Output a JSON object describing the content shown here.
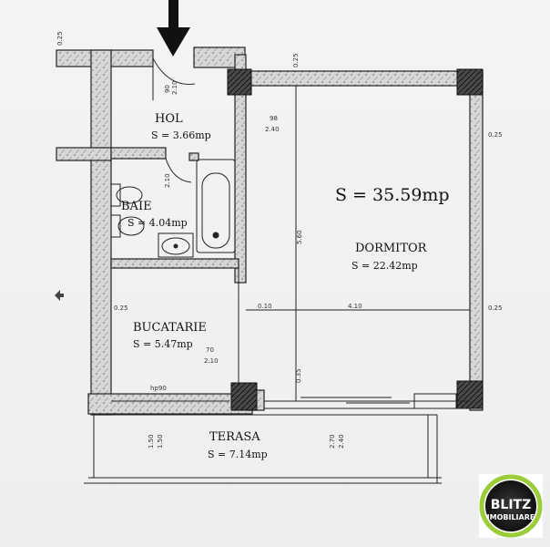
{
  "rooms": {
    "hol": {
      "name": "HOL",
      "area": "S = 3.66mp"
    },
    "baie": {
      "name": "BAIE",
      "area": "S = 4.04mp"
    },
    "bucatarie": {
      "name": "BUCATARIE",
      "area": "S = 5.47mp"
    },
    "dormitor": {
      "name": "DORMITOR",
      "area": "S = 22.42mp"
    },
    "terasa": {
      "name": "TERASA",
      "area": "S = 7.14mp"
    }
  },
  "total_area": "S = 35.59mp",
  "dimensions": {
    "hol_door": [
      "90",
      "2.10"
    ],
    "hol_right": [
      "98",
      "2.40"
    ],
    "baie_door": [
      "2.10"
    ],
    "buc_door": [
      "70",
      "2.10"
    ],
    "hp": "hp90",
    "terasa_left": [
      "1.50",
      "1.50"
    ],
    "terasa_right": [
      "2.70",
      "2.40"
    ],
    "wall_small": "0.25",
    "dorm_mid_left": "0.10",
    "dorm_mid_right": "4.10",
    "dorm_vert": "5.60",
    "buc_vert": "0.35"
  },
  "logo": {
    "line1": "BLITZ",
    "line2": "IMOBILIARE"
  },
  "colors": {
    "wall": "#cfcfcf",
    "wall_dot": "#6f6f6f",
    "line": "#1a1a1a",
    "logo_ring": "#9ccc3a"
  }
}
